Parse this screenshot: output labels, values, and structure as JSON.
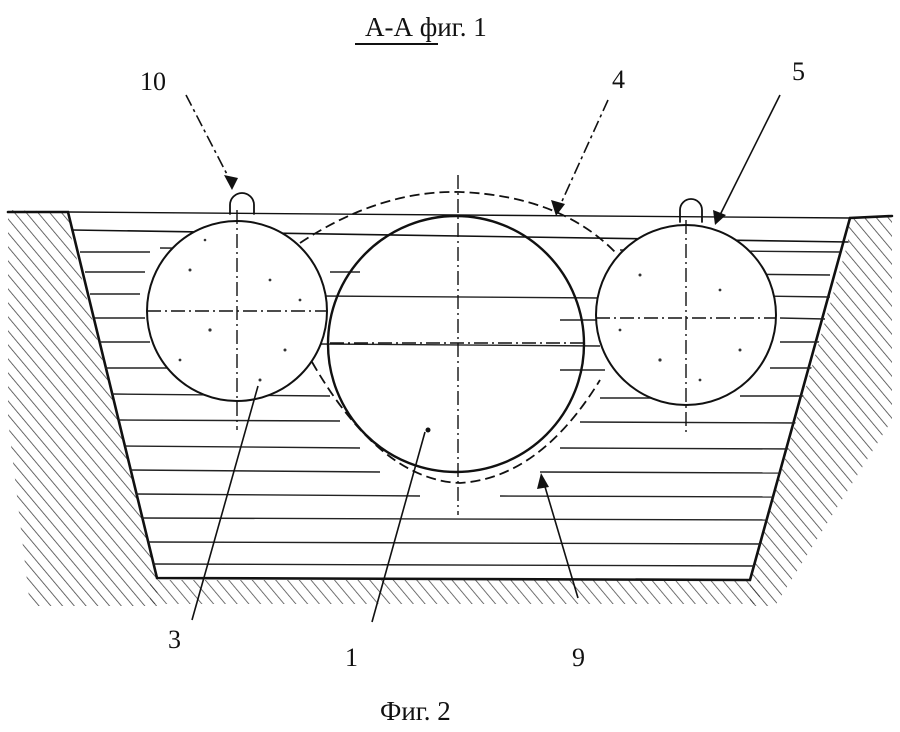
{
  "section_title": "А-А  фиг. 1",
  "figure_caption": "Фиг. 2",
  "labels": {
    "l10": "10",
    "l4": "4",
    "l5": "5",
    "l3": "3",
    "l1": "1",
    "l9": "9"
  }
}
